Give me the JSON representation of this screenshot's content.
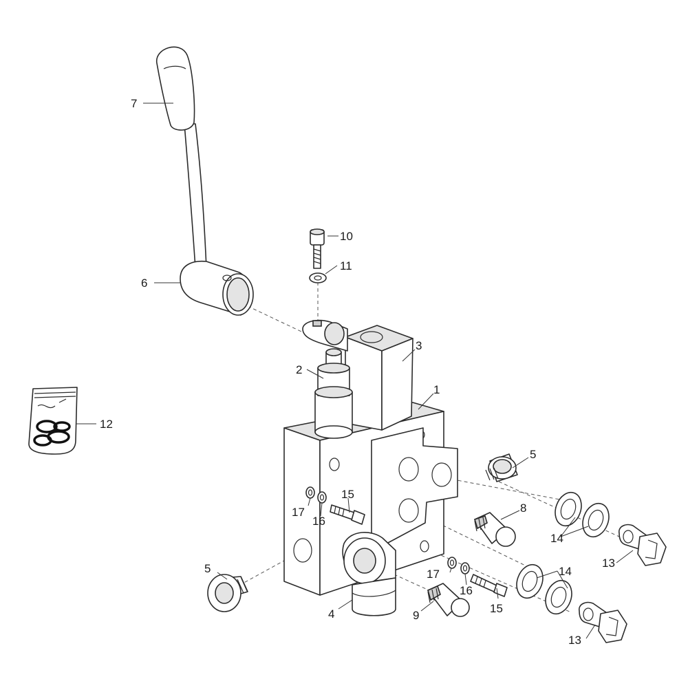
{
  "callouts": {
    "c1": "1",
    "c2": "2",
    "c3": "3",
    "c4": "4",
    "c5a": "5",
    "c5b": "5",
    "c6": "6",
    "c7": "7",
    "c8": "8",
    "c9": "9",
    "c10": "10",
    "c11": "11",
    "c12": "12",
    "c13a": "13",
    "c13b": "13",
    "c14a": "14",
    "c14b": "14",
    "c15a": "15",
    "c15b": "15",
    "c16a": "16",
    "c16b": "16",
    "c17a": "17",
    "c17b": "17"
  }
}
